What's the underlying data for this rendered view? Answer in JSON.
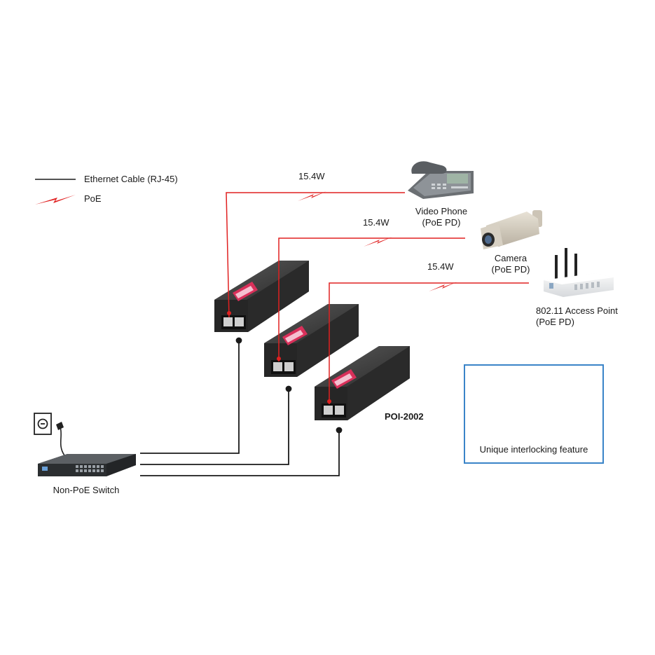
{
  "legend": {
    "ethernet_label": "Ethernet Cable (RJ-45)",
    "poe_label": "PoE"
  },
  "links": [
    {
      "power": "15.4W"
    },
    {
      "power": "15.4W"
    },
    {
      "power": "15.4W"
    }
  ],
  "devices": {
    "phone": {
      "name": "Video Phone",
      "type": "(PoE PD)"
    },
    "camera": {
      "name": "Camera",
      "type": "(PoE PD)"
    },
    "access_point": {
      "name": "802.11 Access Point",
      "type": "(PoE PD)"
    },
    "switch": {
      "name": "Non-PoE Switch"
    },
    "injector": {
      "model": "POI-2002"
    }
  },
  "inset": {
    "caption": "Unique interlocking feature"
  },
  "colors": {
    "poe": "#e02020",
    "cable": "#1a1a1a",
    "device": "#2d2d2d",
    "inset_border": "#3a84c8",
    "arrow": "#3a8fd0"
  }
}
